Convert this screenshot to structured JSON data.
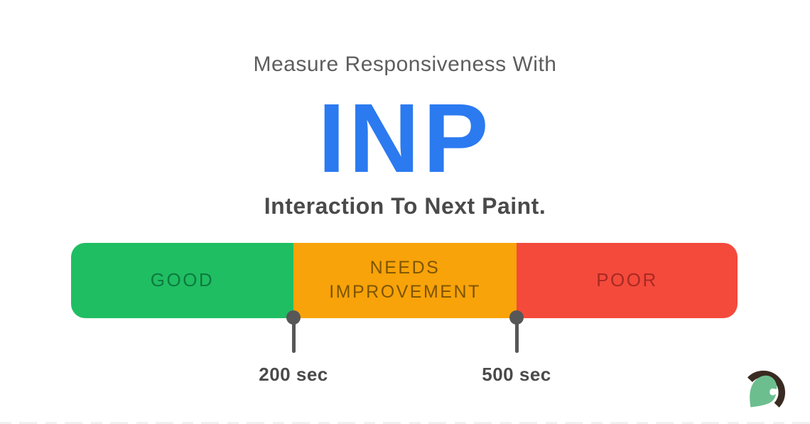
{
  "header": {
    "kicker": "Measure Responsiveness With",
    "metric_abbr": "INP",
    "metric_full": "Interaction To Next Paint."
  },
  "scale": {
    "segments": [
      {
        "id": "good",
        "label": "GOOD",
        "color": "#1fbe62",
        "label_color": "#0d7a3f"
      },
      {
        "id": "needs-improvement",
        "label": "NEEDS IMPROVEMENT",
        "color": "#f8a30a",
        "label_color": "#7d5400"
      },
      {
        "id": "poor",
        "label": "POOR",
        "color": "#f44a3c",
        "label_color": "#a82a22"
      }
    ],
    "thresholds": [
      {
        "label": "200 sec"
      },
      {
        "label": "500 sec"
      }
    ],
    "marker_color": "#575757"
  },
  "branding": {
    "logo_icon": "spartan-helmet-logo",
    "crest_color": "#3a2b22",
    "helmet_color": "#6cbe8f"
  },
  "accent_color": "#2b7af0"
}
